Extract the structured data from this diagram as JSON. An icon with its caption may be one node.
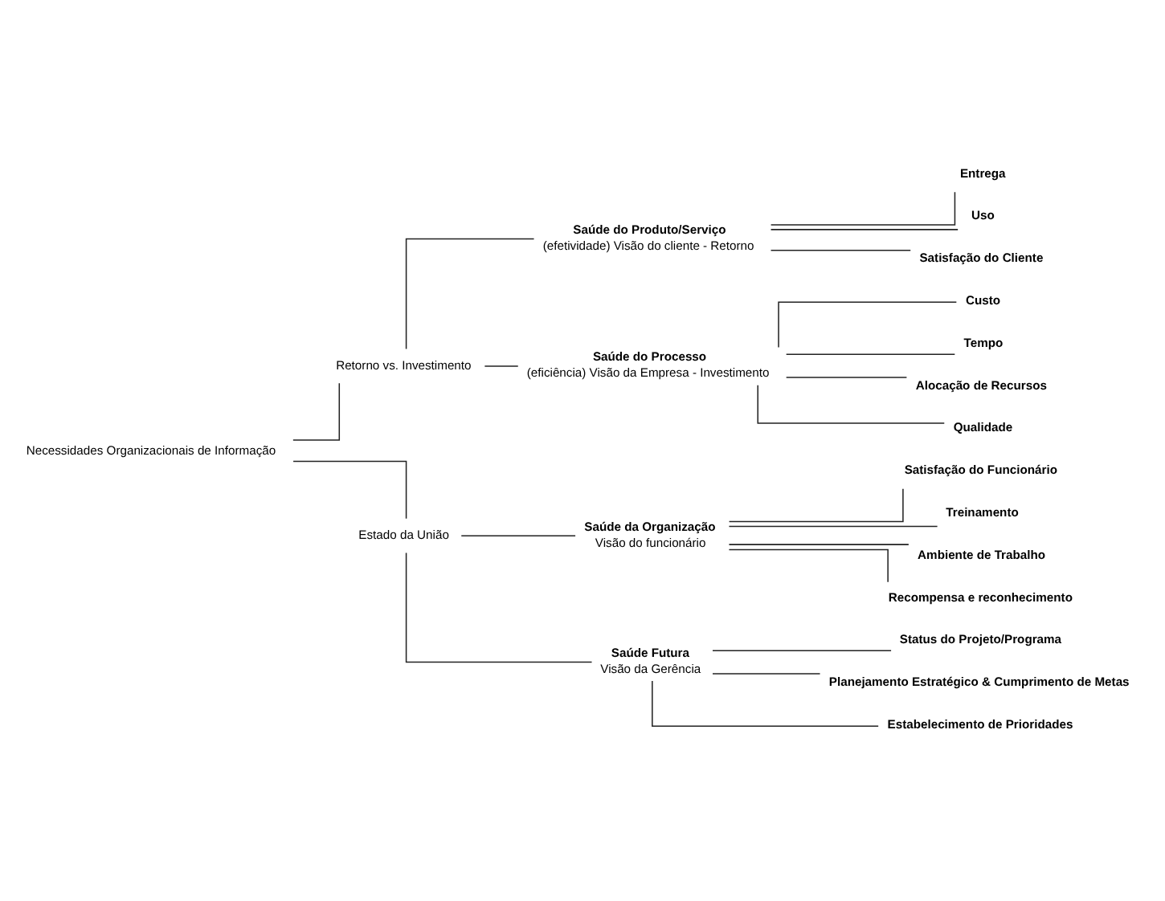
{
  "diagram": {
    "nodes": [
      {
        "text": [
          "Necessidades Organizacionais de Informação"
        ]
      },
      {
        "text": [
          "Retorno vs. Investimento"
        ]
      },
      {
        "text": [
          "Estado da União"
        ]
      },
      {
        "text": [
          "Saúde do Produto/Serviço",
          "(efetividade) Visão do cliente - Retorno"
        ]
      },
      {
        "text": [
          "Saúde do Processo",
          "(eficiência) Visão da Empresa - Investimento"
        ]
      },
      {
        "text": [
          "Saúde da Organização",
          "Visão do funcionário"
        ]
      },
      {
        "text": [
          "Saúde Futura",
          "Visão da Gerência"
        ]
      },
      {
        "text": [
          "Entrega"
        ]
      },
      {
        "text": [
          "Uso"
        ]
      },
      {
        "text": [
          "Satisfação do Cliente"
        ]
      },
      {
        "text": [
          "Custo"
        ]
      },
      {
        "text": [
          "Tempo"
        ]
      },
      {
        "text": [
          "Alocação de Recursos"
        ]
      },
      {
        "text": [
          "Qualidade"
        ]
      },
      {
        "text": [
          "Satisfação do Funcionário"
        ]
      },
      {
        "text": [
          "Treinamento"
        ]
      },
      {
        "text": [
          "Ambiente de Trabalho"
        ]
      },
      {
        "text": [
          "Recompensa e reconhecimento"
        ]
      },
      {
        "text": [
          "Status do Projeto/Programa"
        ]
      },
      {
        "text": [
          "Planejamento Estratégico & Cumprimento de Metas"
        ]
      },
      {
        "text": [
          "Estabelecimento de Prioridades"
        ]
      }
    ],
    "edges": [
      {
        "from": 0,
        "to": 1,
        "arrow": "none"
      },
      {
        "from": 0,
        "to": 2,
        "arrow": "none"
      },
      {
        "from": 1,
        "to": 3,
        "arrow": "none"
      },
      {
        "from": 1,
        "to": 4,
        "arrow": "none"
      },
      {
        "from": 2,
        "to": 5,
        "arrow": "none"
      },
      {
        "from": 2,
        "to": 6,
        "arrow": "none"
      },
      {
        "from": 3,
        "to": 7,
        "arrow": "none"
      },
      {
        "from": 3,
        "to": 8,
        "arrow": "none"
      },
      {
        "from": 3,
        "to": 9,
        "arrow": "none"
      },
      {
        "from": 4,
        "to": 10,
        "arrow": "none"
      },
      {
        "from": 4,
        "to": 11,
        "arrow": "none"
      },
      {
        "from": 4,
        "to": 12,
        "arrow": "none"
      },
      {
        "from": 4,
        "to": 13,
        "arrow": "none"
      },
      {
        "from": 5,
        "to": 14,
        "arrow": "none"
      },
      {
        "from": 5,
        "to": 15,
        "arrow": "none"
      },
      {
        "from": 5,
        "to": 16,
        "arrow": "none"
      },
      {
        "from": 5,
        "to": 17,
        "arrow": "none"
      },
      {
        "from": 6,
        "to": 18,
        "arrow": "none"
      },
      {
        "from": 6,
        "to": 19,
        "arrow": "none"
      },
      {
        "from": 6,
        "to": 20,
        "arrow": "none"
      }
    ]
  }
}
